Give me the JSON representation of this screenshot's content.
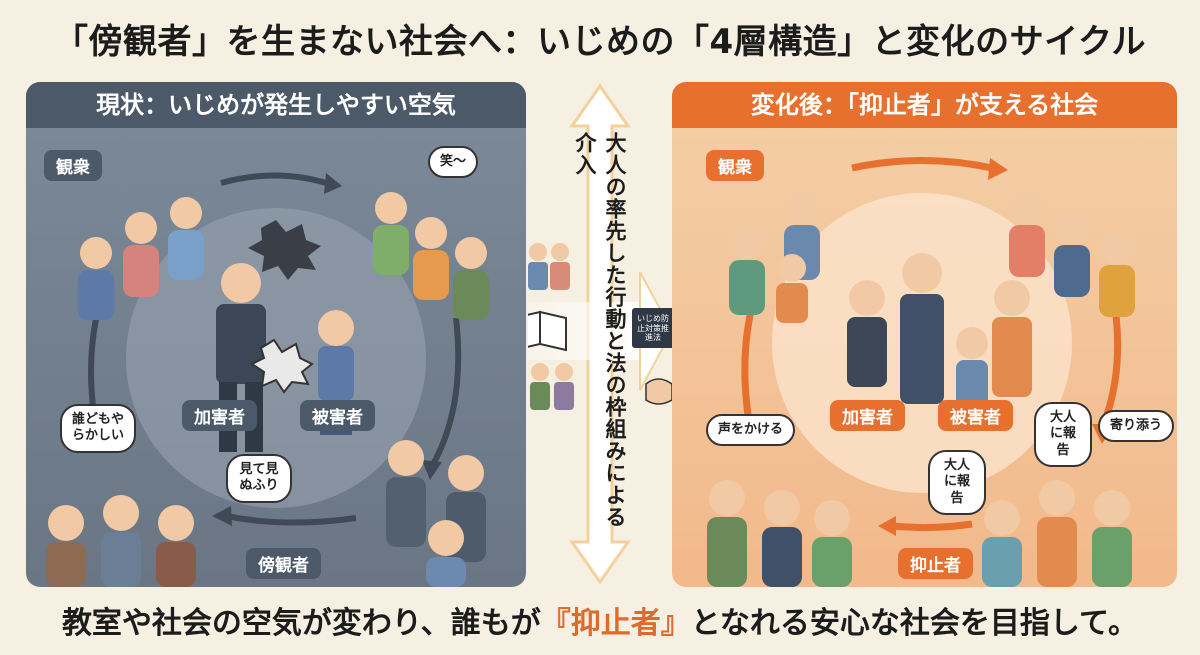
{
  "title": "「傍観者」を生まない社会へ：いじめの「4層構造」と変化のサイクル",
  "left_panel": {
    "heading": "現状：いじめが発生しやすい空気",
    "labels": {
      "audience": "観衆",
      "perpetrator": "加害者",
      "victim": "被害者",
      "bystander": "傍観者"
    },
    "bubbles": {
      "laugh": "笑～",
      "nobody_does": "誰どもやらかしい",
      "look_away": "見て見ぬふり"
    }
  },
  "center": {
    "vertical_text": "大人の率先した行動と法の枠組みによる介入",
    "book_text": "いじめ防止対策推進法"
  },
  "right_panel": {
    "heading": "変化後：「抑止者」が支える社会",
    "labels": {
      "audience": "観衆",
      "perpetrator": "加害者",
      "victim": "被害者",
      "deterrent": "抑止者"
    },
    "bubbles": {
      "call_out": "声をかける",
      "report_adult_1": "大人に報告",
      "report_adult_2": "大人に報告",
      "stand_by": "寄り添う"
    }
  },
  "footer": {
    "before": "教室や社会の空気が変わり、誰もが",
    "highlight": "『抑止者』",
    "after": "となれる安心な社会を目指して。"
  },
  "colors": {
    "accent_orange": "#e8702f",
    "slate": "#4b5968",
    "background": "#f6f0e2"
  }
}
